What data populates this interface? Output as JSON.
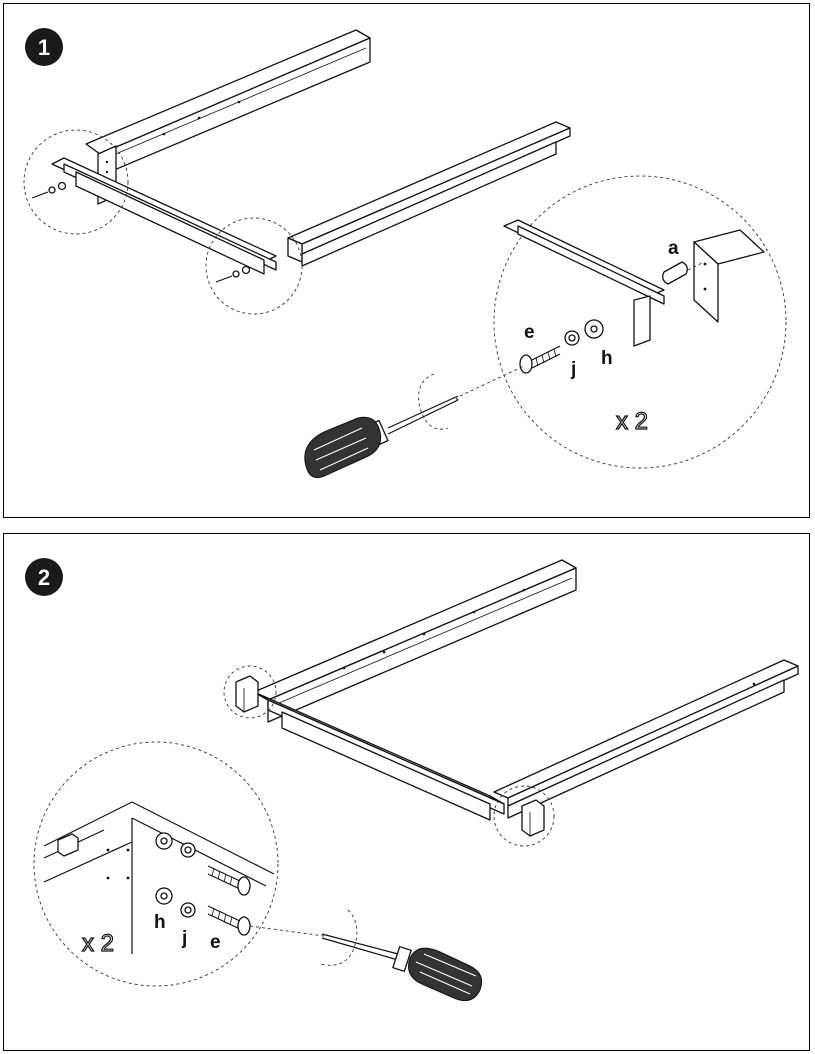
{
  "steps": [
    {
      "number": "1",
      "part_labels": {
        "a": "a",
        "e": "e",
        "j": "j",
        "h": "h"
      },
      "quantity": "x 2"
    },
    {
      "number": "2",
      "part_labels": {
        "h": "h",
        "j": "j",
        "e": "e"
      },
      "quantity": "x 2"
    }
  ],
  "icons": {
    "screwdriver": "screwdriver-icon",
    "screw": "screw-icon",
    "washer": "washer-icon",
    "dowel": "dowel-icon"
  }
}
